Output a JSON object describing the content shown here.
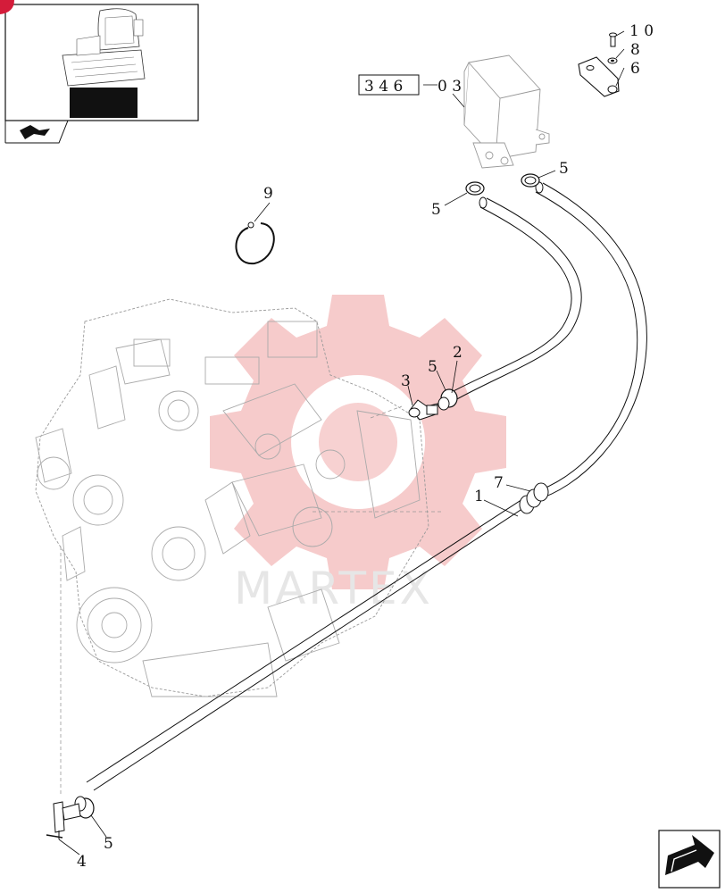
{
  "labels": {
    "p1": "1",
    "p2": "2",
    "p3": "3",
    "p4": "4",
    "p5a": "5",
    "p5b": "5",
    "p5c": "5",
    "p5d": "5",
    "p6": "6",
    "p7": "7",
    "p8": "8",
    "p9": "9",
    "p10": "1 0",
    "ref_box": "3 4 6",
    "ref_suffix": "0 3"
  },
  "watermark_text": "MARTEX",
  "colors": {
    "watermark": "#f2b8b8",
    "ink": "#111111",
    "engine": "#b5b5b5"
  },
  "icons": [
    "seat-thumbnail-icon",
    "nav-arrow-icon",
    "next-page-icon"
  ]
}
